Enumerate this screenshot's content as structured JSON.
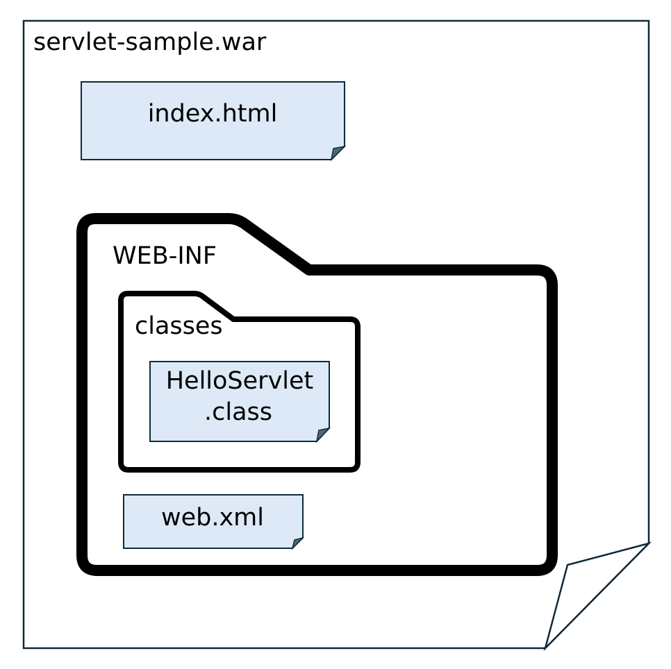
{
  "archive": {
    "name": "servlet-sample.war"
  },
  "files": {
    "index": {
      "name": "index.html"
    },
    "hello_servlet": {
      "line1": "HelloServlet",
      "line2": ".class"
    },
    "web_xml": {
      "name": "web.xml"
    }
  },
  "folders": {
    "web_inf": {
      "name": "WEB-INF"
    },
    "classes": {
      "name": "classes"
    }
  },
  "colors": {
    "file_fill": "#dde9f6",
    "border_dark": "#0e2a36",
    "folder_stroke": "#000000",
    "background": "#ffffff"
  }
}
